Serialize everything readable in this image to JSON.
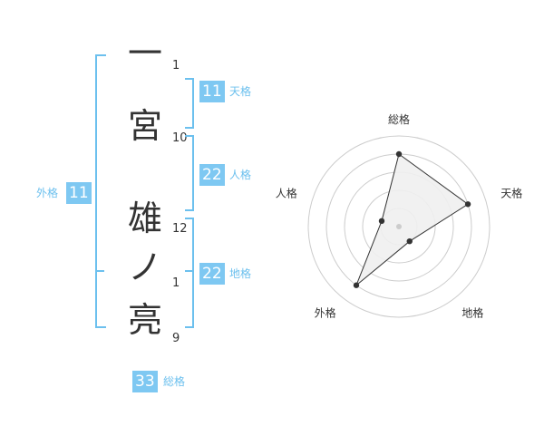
{
  "name": {
    "characters": [
      "一",
      "宮",
      "雄",
      "ノ",
      "亮"
    ],
    "strokes": [
      "1",
      "10",
      "12",
      "1",
      "9"
    ]
  },
  "grids": {
    "tenkaku": {
      "value": "11",
      "label": "天格"
    },
    "jinkaku": {
      "value": "22",
      "label": "人格"
    },
    "chikaku": {
      "value": "22",
      "label": "地格"
    },
    "gaikaku": {
      "value": "11",
      "label": "外格"
    },
    "soukaku": {
      "value": "33",
      "label": "総格"
    }
  },
  "chart_data": {
    "type": "radar",
    "axes": [
      "総格",
      "天格",
      "地格",
      "外格",
      "人格"
    ],
    "values": [
      4,
      4,
      1,
      4,
      1
    ],
    "max": 5,
    "rings": 5,
    "colors": {
      "fill": "#f0f0f0",
      "stroke": "#333333",
      "ring": "#cccccc",
      "point": "#333333",
      "center": "#cccccc"
    }
  }
}
